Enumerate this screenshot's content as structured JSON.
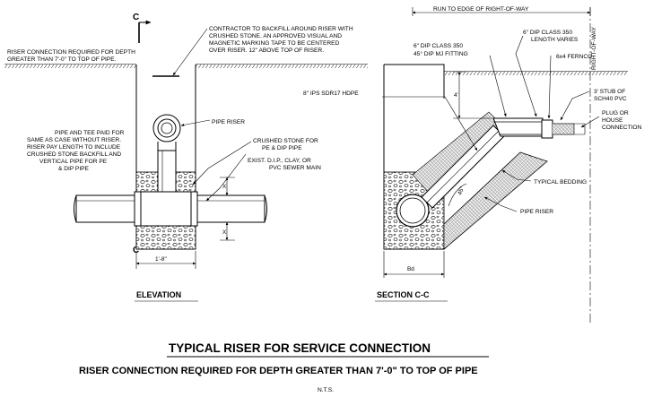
{
  "elevation": {
    "section_marker": "C",
    "label": "ELEVATION",
    "width_dim": "1'-8\"",
    "dim_x": "X",
    "dim_x2": "X",
    "notes": {
      "riser_depth": [
        "RISER CONNECTION REQUIRED FOR DEPTH",
        "GREATER THAN 7'-0\" TO TOP OF PIPE."
      ],
      "backfill": [
        "CONTRACTOR TO BACKFILL AROUND RISER WITH",
        "CRUSHED STONE.  AN APPROVED VISUAL AND",
        "MAGNETIC MARKING TAPE TO BE CENTERED",
        "OVER RISER.  12\" ABOVE TOP OF RISER."
      ],
      "pay": [
        "PIPE AND TEE PAID FOR",
        "SAME AS CASE WITHOUT RISER.",
        "RISER PAY LENGTH TO INCLUDE",
        "CRUSHED STONE BACKFILL AND",
        "VERTICAL PIPE FOR PE",
        "& DIP PIPE"
      ],
      "pipe_riser": "PIPE RISER",
      "crushed_stone": [
        "CRUSHED STONE FOR",
        "PE & DIP PIPE"
      ],
      "exist_main": [
        "EXIST. D.I.P., CLAY, OR",
        "PVC SEWER MAIN"
      ]
    }
  },
  "section": {
    "label": "SECTION C-C",
    "notes": {
      "run_to_edge": "RUN TO EDGE OF RIGHT-OF-WAY",
      "right_of_way": "RIGHT-OF-WAY",
      "dip_350_45": [
        "6\" DIP CLASS 350",
        "45° DIP MJ FITTING"
      ],
      "dip_350_length": [
        "6\" DIP CLASS 350",
        "LENGTH VARIES"
      ],
      "fernco": "6x4 FERNCO",
      "hdpe": "8\" IPS SDR17 HDPE",
      "stub": [
        "3' STUB OF",
        "SCH40 PVC"
      ],
      "plug": [
        "PLUG OR",
        "HOUSE",
        "CONNECTION"
      ],
      "bedding": "TYPICAL BEDDING",
      "pipe_riser": "PIPE RISER",
      "depth_dim": "4'",
      "angle_dim": "45°",
      "bd": "Bd"
    }
  },
  "footer": {
    "title": "TYPICAL RISER FOR SERVICE CONNECTION",
    "subtitle": "RISER CONNECTION REQUIRED FOR DEPTH GREATER THAN 7'-0\" TO TOP OF PIPE",
    "scale": "N.T.S."
  }
}
